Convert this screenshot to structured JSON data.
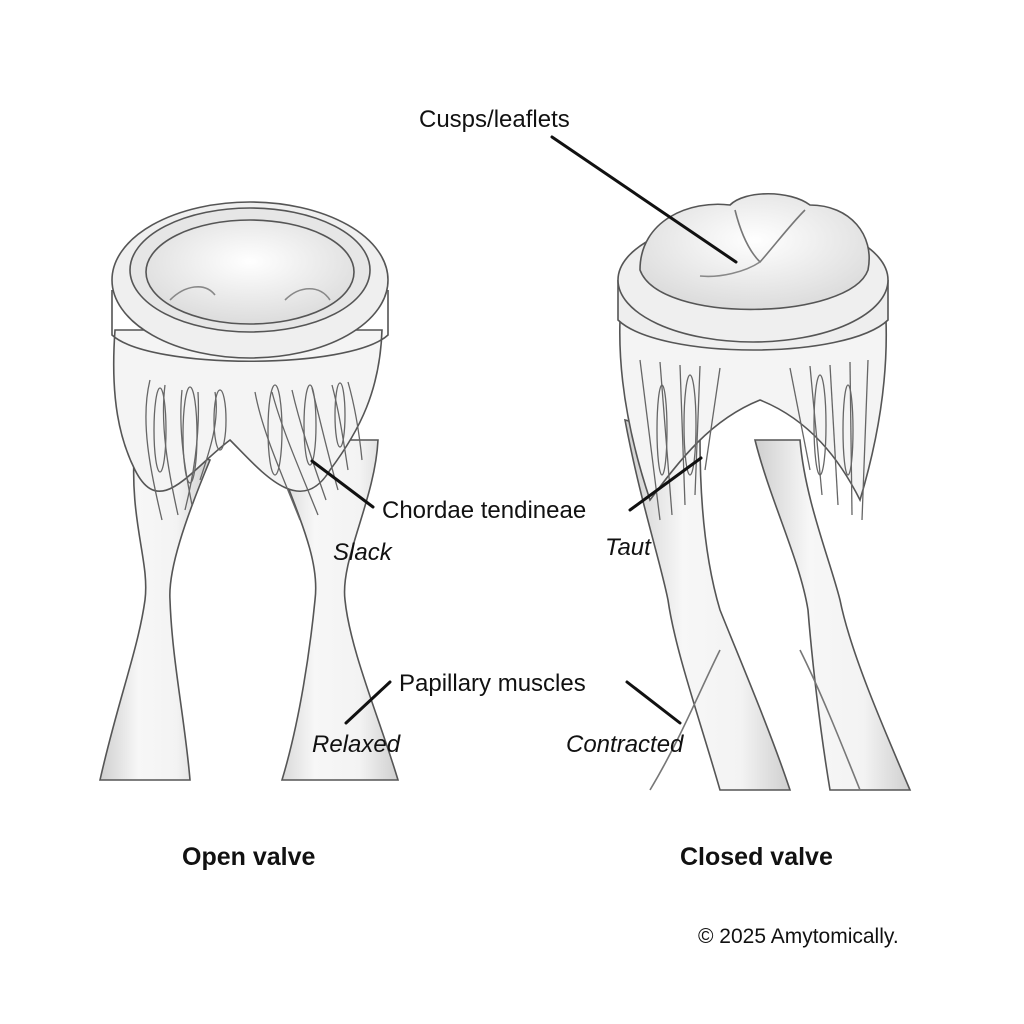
{
  "labels": {
    "cusps": "Cusps/leaflets",
    "chordae": "Chordae tendineae",
    "slack": "Slack",
    "taut": "Taut",
    "papillary": "Papillary muscles",
    "relaxed": "Relaxed",
    "contracted": "Contracted"
  },
  "captions": {
    "open": "Open valve",
    "closed": "Closed valve"
  },
  "copyright": "© 2025 Amytomically.",
  "colors": {
    "ink": "#111111",
    "sketch": "#5a5a5a",
    "fill": "#f2f2f2",
    "shade": "#d9d9d9"
  }
}
